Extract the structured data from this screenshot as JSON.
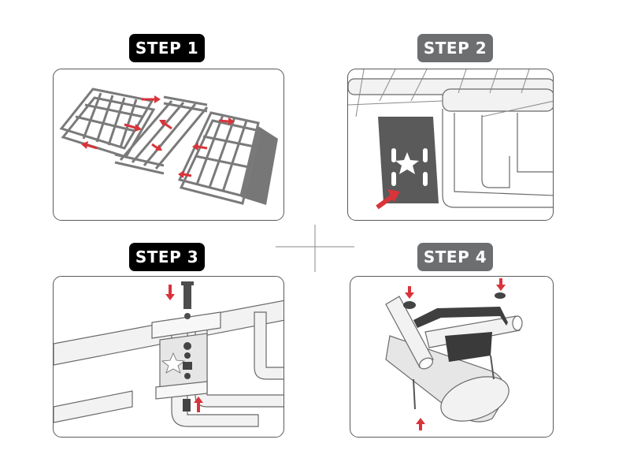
{
  "steps": [
    {
      "label": "STEP 1",
      "badge_color": "#000000"
    },
    {
      "label": "STEP 2",
      "badge_color": "#6d6e70"
    },
    {
      "label": "STEP 3",
      "badge_color": "#000000"
    },
    {
      "label": "STEP 4",
      "badge_color": "#6d6e70"
    }
  ],
  "colors": {
    "arrow": "#d8343a",
    "rack_dark": "#7a7a7a",
    "rack_light": "#f2f2f2",
    "outline": "#6a6a6a",
    "plate": "#5a5a5a"
  },
  "icons": [
    "step-arrow-icon",
    "plus-divider-icon",
    "star-icon"
  ]
}
